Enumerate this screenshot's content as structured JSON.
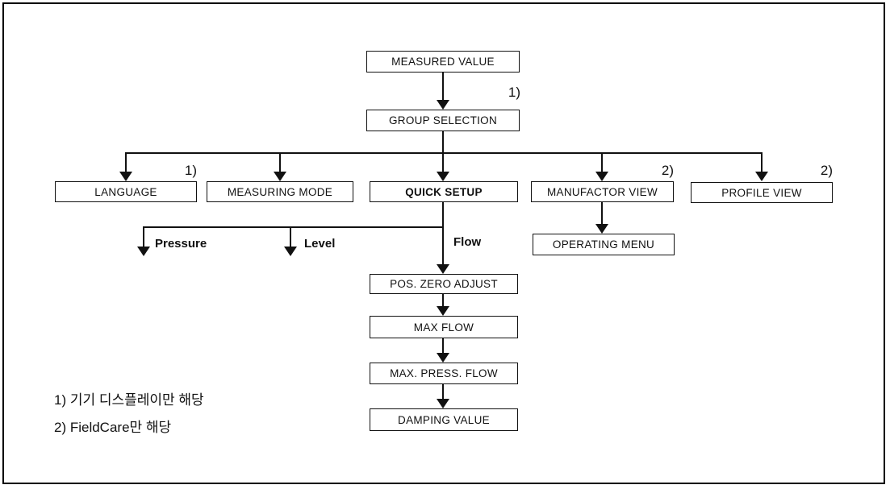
{
  "diagram": {
    "title": "Operating menu structure flowchart",
    "nodes": {
      "measured_value": "MEASURED VALUE",
      "group_selection": "GROUP SELECTION",
      "language": "LANGUAGE",
      "measuring_mode": "MEASURING MODE",
      "quick_setup": "QUICK SETUP",
      "manufactor_view": "MANUFACTOR VIEW",
      "profile_view": "PROFILE VIEW",
      "operating_menu": "OPERATING MENU",
      "pos_zero_adjust": "POS. ZERO ADJUST",
      "max_flow": "MAX FLOW",
      "max_press_flow": "MAX. PRESS. FLOW",
      "damping_value": "DAMPING VALUE"
    },
    "branch_labels": {
      "pressure": "Pressure",
      "level": "Level",
      "flow": "Flow"
    },
    "refs": {
      "note1": "1)",
      "note2": "2)"
    },
    "footnotes": {
      "line1": "1) 기기 디스플레이만 해당",
      "line2": "2) FieldCare만 해당"
    },
    "colors": {
      "line": "#111111",
      "background": "#ffffff"
    }
  }
}
